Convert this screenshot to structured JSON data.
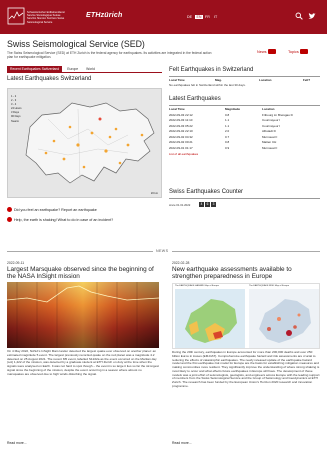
{
  "header": {
    "logo_text": "Schweizerischer Erdbebendienst Service Sismologique Suisse Servizio Sismico Svizzero Swiss Seismological Service",
    "eth": "ETHzürich",
    "languages": [
      "DE",
      "EN",
      "FR",
      "IT"
    ],
    "active_language": "EN"
  },
  "page": {
    "title": "Swiss Seismological Service (SED)",
    "subtitle": "The Swiss Seismological Service (SED) at ETH Zurich is the federal agency for earthquakes. Its activities are integrated in the federal action plan for earthquake mitigation.",
    "news_link": "News",
    "topics_link": "Topics"
  },
  "tabs": [
    "Recent Earthquakes Switzerland",
    "Europe",
    "World"
  ],
  "map_section": {
    "heading": "Latest Earthquakes Switzerland",
    "legend": [
      "1 - 2",
      "2 - 3",
      "3 - 4",
      "24 Hours",
      "3 Days",
      "90 Days",
      "Swarm"
    ],
    "map_scale": "20 km"
  },
  "felt": {
    "heading": "Felt Earthquakes in Switzerland",
    "columns": [
      "Local Time",
      "Mag.",
      "Location",
      "Felt?"
    ],
    "note": "No earthquakes felt in Switzerland within the last 30 days."
  },
  "latest": {
    "heading": "Latest Earthquakes",
    "columns": [
      "Local Time",
      "Magnitude",
      "Location"
    ],
    "rows": [
      {
        "time": "2022-09-03 22:12",
        "mag": "0.8",
        "loc": "Fribourg im Breisgau D"
      },
      {
        "time": "2022-09-03 11:10",
        "mag": "1.1",
        "loc": "Courmayeur I"
      },
      {
        "time": "2022-09-03 05:22",
        "mag": "1.1",
        "loc": "Courmayeur I"
      },
      {
        "time": "2022-09-02 22:10",
        "mag": "2.0",
        "loc": "Albstadt D"
      },
      {
        "time": "2022-09-02 04:32",
        "mag": "0.7",
        "loc": "Murnouat F"
      },
      {
        "time": "2022-09-02 00:21",
        "mag": "0.8",
        "loc": "Matten CH"
      },
      {
        "time": "2022-09-01 01:17",
        "mag": "0.9",
        "loc": "Murnouat F"
      }
    ],
    "more": "List of all earthquakes"
  },
  "counter": {
    "heading": "Swiss Earthquakes Counter",
    "label": "since 01.01.2022",
    "digits": [
      "4",
      "6",
      "3"
    ]
  },
  "ask": {
    "felt": "Did you feel an earthquake? Report an earthquake",
    "help": "Help, the earth is shaking! What to do in case of an incident?"
  },
  "news": {
    "label": "NEWS",
    "items": [
      {
        "date": "2022-09-11",
        "title": "Largest Marsquake observed since the beginning of the NASA InSight mission",
        "text": "On 4 May 2022, NASA's InSight Mars lander detected the largest quake ever observed on another planet: an estimated magnitude 5 event. The largest previously recorded quake on the red planet was a magnitude 4.2 detected on 25 August 2021. The recent M5 event, labelled S1222a as the event occurred on the Martian day (sol) 1,222 of the mission, was detected by a graduate student at ETH Zurich on duty at the time when the signals were analysed on Earth. It was not hard to spot though – the event is so large it lies so far the strongest signal since the beginning of the mission, despite the event occurring in a season where almost no marsquakes are observed due to high winds disturbing the signal.",
        "more": "Read more..."
      },
      {
        "date": "2022-02-28",
        "title": "New earthquake assessments available to strengthen preparedness in Europe",
        "caption_left": "The EARTHQUAKE HAZARD Map of Europe",
        "caption_right": "The EARTHQUAKE RISK Map of Europe",
        "text": "During the 20th century, earthquakes in Europe accounted for more than 200,000 deaths and over 250 billion Euros in losses (EM-DAT). Comprehensive earthquake hazard and risk assessments are crucial to reducing the effects of catastrophic earthquakes. The newly released update of the earthquake hazard model and the first earthquake risk model for Europe are the basis for establishing mitigation measures and making communities more resilient. They significantly improve the understanding of where strong shaking is most likely to occur and what effects future earthquakes in Europe will have. The development of these models was a joint effort of seismologists, geologists, and engineers across Europe with the leading support of members from the Swiss Seismological Service and the Group of Seismology and Geodynamics at ETH Zurich. The research has been funded by the European Union's Horizon 2020 research and innovation programme.",
        "more": "Read more..."
      }
    ]
  },
  "colors": {
    "brand": "#9b0f1c",
    "link": "#b00000"
  }
}
